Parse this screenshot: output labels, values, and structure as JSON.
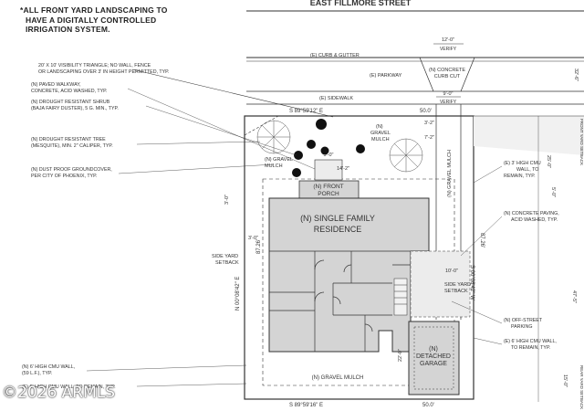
{
  "note_lines": [
    "*ALL FRONT YARD LANDSCAPING TO",
    "HAVE A DIGITALLY CONTROLLED",
    "IRRIGATION SYSTEM."
  ],
  "street": "EAST FILLMORE STREET",
  "callouts_left": [
    {
      "lines": [
        "20' X 10' VISIBILITY TRIANGLE; NO WALL, FENCE",
        "OR LANDSCAPING OVER 3' IN HEIGHT PERMITTED, TYP."
      ]
    },
    {
      "lines": [
        "(N) PAVED WALKWAY,",
        "CONCRETE, ACID WASHED, TYP."
      ]
    },
    {
      "lines": [
        "(N) DROUGHT RESISTANT SHRUB",
        "(BAJA FAIRY DUSTER), 5 G. MIN., TYP."
      ]
    },
    {
      "lines": [
        "(N) DROUGHT RESISTANT TREE",
        "(MESQUITE), MIN. 2\" CALIPER, TYP."
      ]
    },
    {
      "lines": [
        "(N) DUST PROOF GROUNDCOVER,",
        "PER CITY OF PHOENIX, TYP."
      ]
    },
    {
      "lines": [
        "(N) 6' HIGH CMU WALL,",
        "(59 L.F.), TYP."
      ]
    },
    {
      "lines": [
        "(E) 6' HIGH CMU WALL, TO REMAIN, TYP."
      ]
    }
  ],
  "callouts_right": [
    {
      "lines": [
        "(E) 3' HIGH CMU",
        "WALL, TO",
        "REMAIN, TYP."
      ]
    },
    {
      "lines": [
        "(N) CONCRETE PAVING,",
        "ACID WASHED, TYP."
      ]
    },
    {
      "lines": [
        "(N) OFF-STREET",
        "PARKING"
      ]
    },
    {
      "lines": [
        "(E) 6' HIGH CMU WALL,",
        "TO REMAIN, TYP."
      ]
    }
  ],
  "labels": {
    "curb_gutter": "(E) CURB & GUTTER",
    "parkway": "(E) PARKWAY",
    "sidewalk": "(E) SIDEWALK",
    "curb_cut": [
      "(N) CONCRETE",
      "CURB CUT"
    ],
    "verify_top": "VERIFY",
    "verify_bottom": "VERIFY",
    "dim_12": "12'-0\"",
    "dim_9": "9'-0\"",
    "dim_32": "32'-6\"",
    "dim_3_2": "3'-2\"",
    "dim_7_2": "7'-2\"",
    "dim_25": "25'-0\"",
    "dim_5a": "5'-0\"",
    "dim_5b": "5'-0\"",
    "dim_14": "14'-2\"",
    "dim_3a": "3'-0\"",
    "dim_3b": "3'-0\"",
    "dim_47": "47'-5\"",
    "dim_10": "10'-0\"",
    "dim_15": "15'-0\"",
    "dim_22": "22'-0\"",
    "front_yard_setback": "FRONT YARD SETBACK",
    "rear_yard_setback": "REAR YARD SETBACK",
    "gravel_mulch_top": [
      "(N)",
      "GRAVEL",
      "MULCH"
    ],
    "gravel_mulch_left": [
      "(N) GRAVEL",
      "MULCH"
    ],
    "gravel_mulch_vert": "(N) GRAVEL MULCH",
    "gravel_mulch_bottom": "(N) GRAVEL MULCH",
    "front_porch": [
      "(N) FRONT",
      "PORCH"
    ],
    "residence": [
      "(N) SINGLE FAMILY",
      "RESIDENCE"
    ],
    "side_setback_left": [
      "SIDE YARD",
      "SETBACK"
    ],
    "side_setback_right": [
      "SIDE YARD",
      "SETBACK"
    ],
    "garage": [
      "(N)",
      "DETACHED",
      "GARAGE"
    ],
    "bearing_top": "S 89°59'12\" E",
    "bearing_top_dist": "50.0'",
    "bearing_bottom": "S 89°59'16\" E",
    "bearing_bottom_dist": "50.0'",
    "bearing_left": "N 00°08'42\" E",
    "bearing_left_dist": "87.26'",
    "bearing_right": "S 00°08'42\" W",
    "bearing_right_dist": "87.26'"
  },
  "watermark": "©2026 ARMLS",
  "colors": {
    "building": "#d4d4d4",
    "gravel": "#ececec",
    "line": "#333333"
  }
}
